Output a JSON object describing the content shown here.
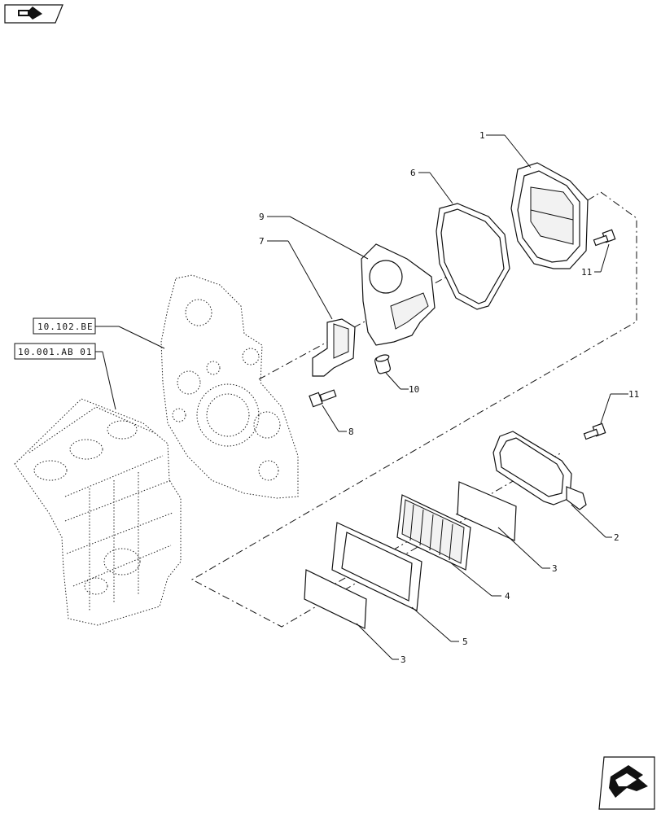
{
  "reference_boxes": [
    "10.102.BE",
    "10.001.AB 01"
  ],
  "callouts": {
    "c1": "1",
    "c6": "6",
    "c9": "9",
    "c7": "7",
    "c11_top": "11",
    "c10": "10",
    "c8": "8",
    "c11_right": "11",
    "c2": "2",
    "c3_right": "3",
    "c4": "4",
    "c5": "5",
    "c3_bottom": "3"
  },
  "icons": {
    "top_left": "previous-page-icon",
    "bottom_right": "next-page-icon"
  }
}
